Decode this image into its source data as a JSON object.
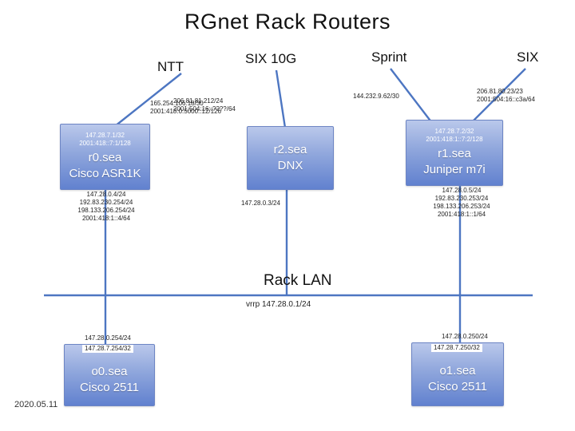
{
  "title": "RGnet Rack Routers",
  "date": "2020.05.11",
  "uplinks": {
    "ntt": {
      "label": "NTT",
      "ips": "165.254.106.18/30\n2001:418:0:5000::12/126"
    },
    "six10g": {
      "label": "SIX 10G",
      "ips": "206.81.81.212/24\n2001:504:16::????/64"
    },
    "sprint": {
      "label": "Sprint",
      "ips": "144.232.9.62/30"
    },
    "six": {
      "label": "SIX",
      "ips": "206.81.80.23/23\n2001:504:16::c3a/64"
    }
  },
  "routers": {
    "r0": {
      "loopback_ips": "147.28.7.1/32\n2001:418::7:1/128",
      "name": "r0.sea",
      "model": "Cisco ASR1K",
      "lan_ips": "147.28.0.4/24\n192.83.230.254/24\n198.133.206.254/24\n2001:418:1::4/64"
    },
    "r2": {
      "name": "r2.sea",
      "model": "DNX",
      "lan_ips": "147.28.0.3/24"
    },
    "r1": {
      "loopback_ips": "147.28.7.2/32\n2001:418:1::7:2/128",
      "name": "r1.sea",
      "model": "Juniper m7i",
      "lan_ips": "147.28.0.5/24\n192.83.230.253/24\n198.133.206.253/24\n2001:418:1::1/64"
    }
  },
  "lan": {
    "label": "Rack LAN",
    "vrrp": "vrrp 147.28.0.1/24"
  },
  "consoles": {
    "o0": {
      "lan_ip": "147.28.0.254/24",
      "loopback_ip": "147.28.7.254/32",
      "name": "o0.sea",
      "model": "Cisco 2511"
    },
    "o1": {
      "lan_ip": "147.28.0.250/24",
      "loopback_ip": "147.28.7.250/32",
      "name": "o1.sea",
      "model": "Cisco 2511"
    }
  },
  "colors": {
    "line": "#4d76c2",
    "box_top": "#bac8eb",
    "box_bottom": "#6181cf"
  }
}
